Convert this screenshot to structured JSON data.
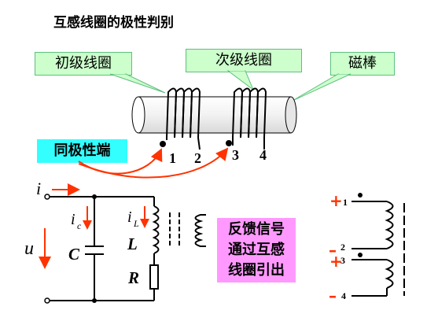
{
  "title": "互感线圈的极性判别",
  "callouts": {
    "primary": "初级线圈",
    "secondary": "次级线圈",
    "rod": "磁棒"
  },
  "same_polarity_label": "同极性端",
  "terminals": {
    "t1": "1",
    "t2": "2",
    "t3": "3",
    "t4": "4"
  },
  "circuit": {
    "current_i": "i",
    "current_ic": "i",
    "current_ic_sub": "c",
    "current_il": "i",
    "current_il_sub": "L",
    "voltage_u": "u",
    "capacitor": "C",
    "inductor": "L",
    "resistor": "R"
  },
  "feedback_note": [
    "反馈信号",
    "通过互感",
    "线圈引出"
  ],
  "right_diagram": {
    "plus1": "+",
    "label1": "1",
    "minus2": "–",
    "label2": "2",
    "plus3": "+",
    "label3": "3",
    "minus4": "–",
    "label4": "4"
  },
  "colors": {
    "callout_fill": "#ccffcc",
    "cyan_box": "#33ffff",
    "pink_box": "#ff99ff",
    "arrow_red": "#ff3300",
    "coil_line": "#000000"
  }
}
